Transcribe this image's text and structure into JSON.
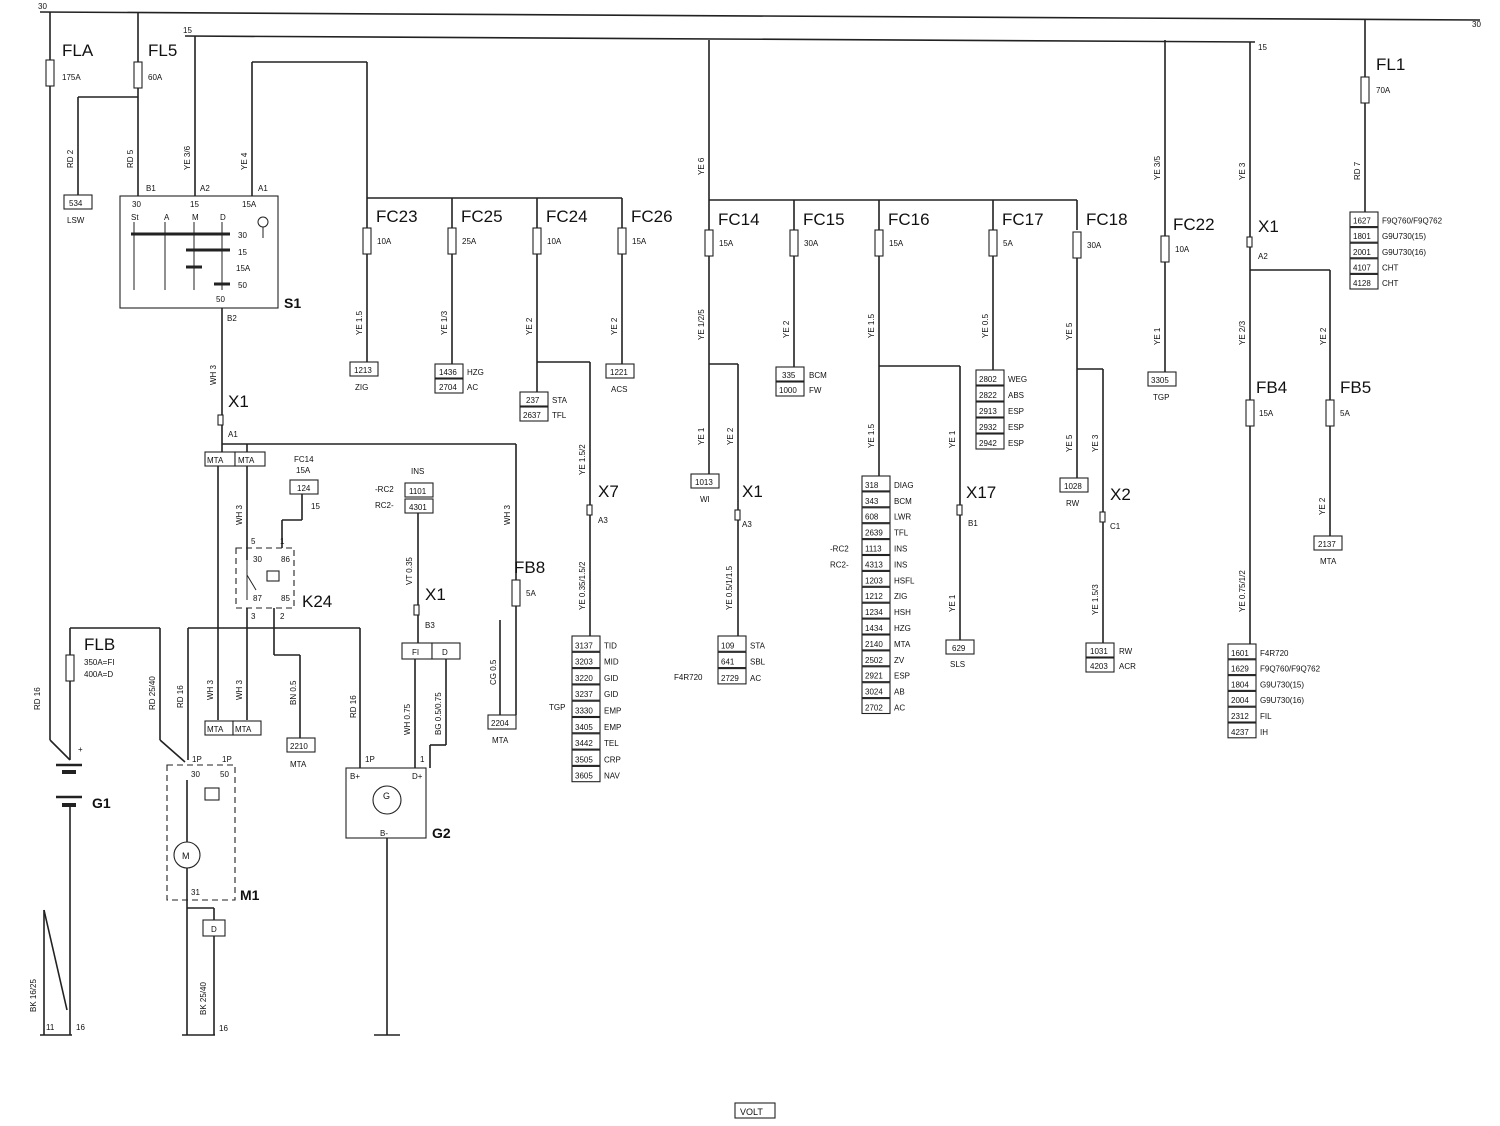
{
  "rails": {
    "r30": "30",
    "r15": "15"
  },
  "fuses": {
    "FLA": {
      "name": "FLA",
      "rating": "175A"
    },
    "FL5": {
      "name": "FL5",
      "rating": "60A"
    },
    "FL1": {
      "name": "FL1",
      "rating": "70A"
    },
    "FLB": {
      "name": "FLB",
      "rating1": "350A=FI",
      "rating2": "400A=D"
    },
    "FC23": {
      "name": "FC23",
      "rating": "10A"
    },
    "FC25": {
      "name": "FC25",
      "rating": "25A"
    },
    "FC24": {
      "name": "FC24",
      "rating": "10A"
    },
    "FC26": {
      "name": "FC26",
      "rating": "15A"
    },
    "FC14": {
      "name": "FC14",
      "rating": "15A"
    },
    "FC15": {
      "name": "FC15",
      "rating": "30A"
    },
    "FC16": {
      "name": "FC16",
      "rating": "15A"
    },
    "FC17": {
      "name": "FC17",
      "rating": "5A"
    },
    "FC18": {
      "name": "FC18",
      "rating": "30A"
    },
    "FC22": {
      "name": "FC22",
      "rating": "10A"
    },
    "FB4": {
      "name": "FB4",
      "rating": "15A"
    },
    "FB5": {
      "name": "FB5",
      "rating": "5A"
    },
    "FB8": {
      "name": "FB8",
      "rating": "5A"
    },
    "FC14b": {
      "name": "FC14",
      "rating": "15A"
    }
  },
  "wires": {
    "rd2": "RD 2",
    "rd5": "RD 5",
    "ye36": "YE 3/6",
    "ye4": "YE 4",
    "ye6": "YE 6",
    "ye35": "YE 3/5",
    "ye3": "YE 3",
    "rd7": "RD 7",
    "ye15a": "YE 1.5",
    "ye13": "YE 1/3",
    "ye2a": "YE 2",
    "ye2b": "YE 2",
    "ye1253": "YE 1/2/5",
    "ye2c": "YE 2",
    "ye15b": "YE 1.5",
    "ye05": "YE 0.5",
    "ye5a": "YE 5",
    "ye1a": "YE 1",
    "ye23": "YE 2/3",
    "ye2d": "YE 2",
    "wh3a": "WH 3",
    "wh3b": "WH 3",
    "wh3c": "WH 3",
    "ye152": "YE 1.5/2",
    "ye1b": "YE 1",
    "ye2e": "YE 2",
    "ye15c": "YE 1.5",
    "ye1c": "YE 1",
    "ye5b": "YE 5",
    "ye3b": "YE 3",
    "ye2f": "YE 2",
    "vt035": "VT 0.35",
    "ye035": "YE 0.35/1.5/2",
    "ye0515": "YE 0.5/1/1.5",
    "ye1d": "YE 1",
    "ye153": "YE 1.5/3",
    "ye075": "YE 0.75/1/2",
    "cg05": "CG 0.5",
    "rd16a": "RD 16",
    "rd2540": "RD 25/40",
    "rd16b": "RD 16",
    "wh3d": "WH 3",
    "wh3e": "WH 3",
    "bn05": "BN 0.5",
    "rd16c": "RD 16",
    "wh075": "WH 0.75",
    "bg05": "BG 0.5/0.75",
    "bk1625": "BK 16/25",
    "bk2540": "BK 25/40"
  },
  "switch_s1": {
    "name": "S1",
    "pins": {
      "b1": "B1",
      "a2": "A2",
      "a1": "A1",
      "b2": "B2",
      "p30": "30",
      "p15": "15",
      "p15a": "15A",
      "p50": "50"
    },
    "cols": {
      "st": "St",
      "a": "A",
      "m": "M",
      "d": "D"
    },
    "rows": {
      "r30": "30",
      "r15": "15",
      "r15a": "15A",
      "r50": "50"
    }
  },
  "connectors": {
    "x1a": {
      "name": "X1",
      "pin": "A1"
    },
    "x1b": {
      "name": "X1",
      "pin": "A2"
    },
    "x1c": {
      "name": "X1",
      "pin": "A3"
    },
    "x1d": {
      "name": "X1",
      "pin": "B3"
    },
    "x7": {
      "name": "X7",
      "pin": "A3"
    },
    "x17": {
      "name": "X17",
      "pin": "B1"
    },
    "x2": {
      "name": "X2",
      "pin": "C1"
    }
  },
  "relay_k24": {
    "name": "K24",
    "p5": "5",
    "p1": "1",
    "p30": "30",
    "p86": "86",
    "p87": "87",
    "p85": "85",
    "p3": "3",
    "p2": "2",
    "p15": "15"
  },
  "mta": "MTA",
  "components": {
    "G1": "G1",
    "G2": "G2",
    "M1": "M1",
    "plus": "+",
    "g2_bp": "B+",
    "g2_dp": "D+",
    "g2_bm": "B-",
    "g2_sym": "G",
    "m1_sym": "M",
    "p1": "1P",
    "p30": "30",
    "p50": "50",
    "p31": "31",
    "fi": "FI",
    "d": "D",
    "d2": "D",
    "g1_one": "1"
  },
  "terminals": {
    "t11": "11",
    "t16a": "16",
    "t16b": "16"
  },
  "blocks": {
    "lsw": {
      "code": "534",
      "label": "LSW"
    },
    "zig": {
      "code": "1213",
      "label": "ZIG"
    },
    "acs": {
      "code": "1221",
      "label": "ACS"
    },
    "tgp1": {
      "code": "3305",
      "label": "TGP"
    },
    "k124": {
      "code": "124",
      "label": ""
    },
    "hzg": [
      {
        "code": "1436",
        "label": "HZG"
      },
      {
        "code": "2704",
        "label": "AC"
      }
    ],
    "sta": [
      {
        "code": "237",
        "label": "STA"
      },
      {
        "code": "2637",
        "label": "TFL"
      }
    ],
    "bcm": [
      {
        "code": "335",
        "label": "BCM"
      },
      {
        "code": "1000",
        "label": "FW"
      }
    ],
    "weg": [
      {
        "code": "2802",
        "label": "WEG"
      },
      {
        "code": "2822",
        "label": "ABS"
      },
      {
        "code": "2913",
        "label": "ESP"
      },
      {
        "code": "2932",
        "label": "ESP"
      },
      {
        "code": "2942",
        "label": "ESP"
      }
    ],
    "fl1": [
      {
        "code": "1627",
        "label": "F9Q760/F9Q762"
      },
      {
        "code": "1801",
        "label": "G9U730(15)"
      },
      {
        "code": "2001",
        "label": "G9U730(16)"
      },
      {
        "code": "4107",
        "label": "CHT"
      },
      {
        "code": "4128",
        "label": "CHT"
      }
    ],
    "wi": {
      "code": "1013",
      "label": "WI"
    },
    "rw": {
      "code": "1028",
      "label": "RW"
    },
    "mta5": {
      "code": "2137",
      "label": "MTA"
    },
    "ins": {
      "title": "INS",
      "rows": [
        {
          "prefix": "-RC2",
          "code": "1101"
        },
        {
          "prefix": "RC2-",
          "code": "4301"
        }
      ]
    },
    "tid": {
      "side": "TGP",
      "rows": [
        {
          "code": "3137",
          "label": "TID"
        },
        {
          "code": "3203",
          "label": "MID"
        },
        {
          "code": "3220",
          "label": "GID"
        },
        {
          "code": "3237",
          "label": "GID"
        },
        {
          "code": "3330",
          "label": "EMP"
        },
        {
          "code": "3405",
          "label": "EMP"
        },
        {
          "code": "3442",
          "label": "TEL"
        },
        {
          "code": "3505",
          "label": "CRP"
        },
        {
          "code": "3605",
          "label": "NAV"
        }
      ]
    },
    "sbl": {
      "side": "F4R720",
      "rows": [
        {
          "code": "109",
          "label": "STA"
        },
        {
          "code": "641",
          "label": "SBL"
        },
        {
          "code": "2729",
          "label": "AC"
        }
      ]
    },
    "diag": {
      "rows": [
        {
          "prefix": "",
          "code": "318",
          "label": "DIAG"
        },
        {
          "prefix": "",
          "code": "343",
          "label": "BCM"
        },
        {
          "prefix": "",
          "code": "608",
          "label": "LWR"
        },
        {
          "prefix": "",
          "code": "2639",
          "label": "TFL"
        },
        {
          "prefix": "-RC2",
          "code": "1113",
          "label": "INS"
        },
        {
          "prefix": "RC2-",
          "code": "4313",
          "label": "INS"
        },
        {
          "prefix": "",
          "code": "1203",
          "label": "HSFL"
        },
        {
          "prefix": "",
          "code": "1212",
          "label": "ZIG"
        },
        {
          "prefix": "",
          "code": "1234",
          "label": "HSH"
        },
        {
          "prefix": "",
          "code": "1434",
          "label": "HZG"
        },
        {
          "prefix": "",
          "code": "2140",
          "label": "MTA"
        },
        {
          "prefix": "",
          "code": "2502",
          "label": "ZV"
        },
        {
          "prefix": "",
          "code": "2921",
          "label": "ESP"
        },
        {
          "prefix": "",
          "code": "3024",
          "label": "AB"
        },
        {
          "prefix": "",
          "code": "2702",
          "label": "AC"
        }
      ]
    },
    "sls": {
      "code": "629",
      "label": "SLS"
    },
    "acr": [
      {
        "code": "1031",
        "label": "RW"
      },
      {
        "code": "4203",
        "label": "ACR"
      }
    ],
    "fil": [
      {
        "code": "1601",
        "label": "F4R720"
      },
      {
        "code": "1629",
        "label": "F9Q760/F9Q762"
      },
      {
        "code": "1804",
        "label": "G9U730(15)"
      },
      {
        "code": "2004",
        "label": "G9U730(16)"
      },
      {
        "code": "2312",
        "label": "FIL"
      },
      {
        "code": "4237",
        "label": "IH"
      }
    ],
    "mta8": {
      "code": "2204",
      "label": "MTA"
    },
    "mta_k": {
      "code": "2210",
      "label": "MTA"
    }
  },
  "footer": {
    "volt": "VOLT"
  }
}
